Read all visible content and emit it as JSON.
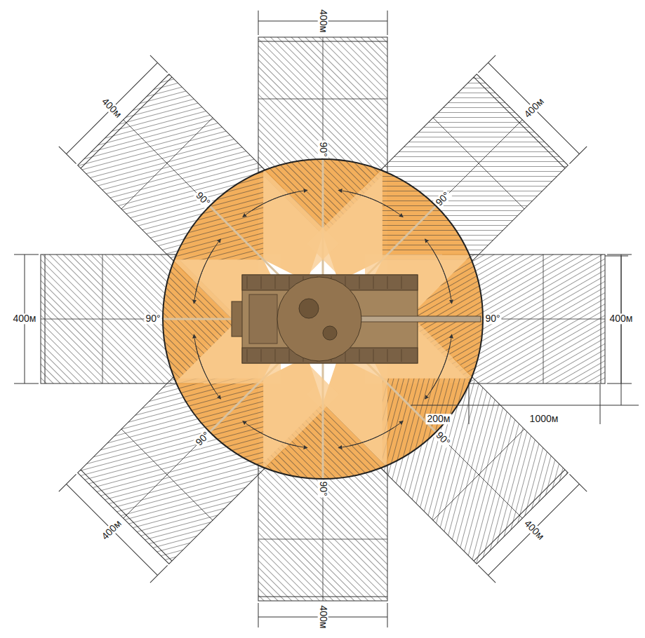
{
  "diagram": {
    "labels": [
      "400м",
      "400м",
      "400м",
      "400м",
      "400м",
      "400м",
      "400м",
      "400м",
      "90°",
      "90°",
      "90°",
      "90°",
      "90°",
      "90°",
      "90°",
      "90°",
      "200м",
      "1000м"
    ]
  }
}
